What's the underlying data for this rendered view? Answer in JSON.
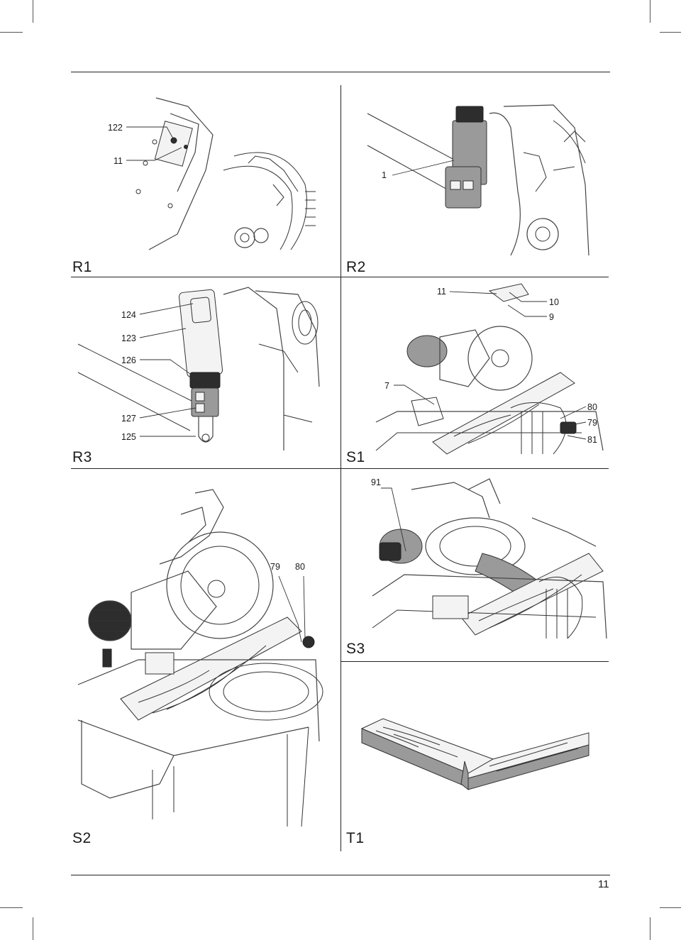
{
  "page_number": "11",
  "panels": [
    {
      "id": "R1",
      "label": "R1",
      "callouts": [
        "122",
        "11"
      ]
    },
    {
      "id": "R2",
      "label": "R2",
      "callouts": [
        "1"
      ]
    },
    {
      "id": "R3",
      "label": "R3",
      "callouts": [
        "124",
        "123",
        "126",
        "127",
        "125"
      ]
    },
    {
      "id": "S1",
      "label": "S1",
      "callouts": [
        "11",
        "10",
        "9",
        "7",
        "80",
        "79",
        "81"
      ]
    },
    {
      "id": "S2",
      "label": "S2",
      "callouts": [
        "79",
        "80"
      ]
    },
    {
      "id": "S3",
      "label": "S3",
      "callouts": [
        "91"
      ]
    },
    {
      "id": "T1",
      "label": "T1",
      "callouts": []
    }
  ]
}
